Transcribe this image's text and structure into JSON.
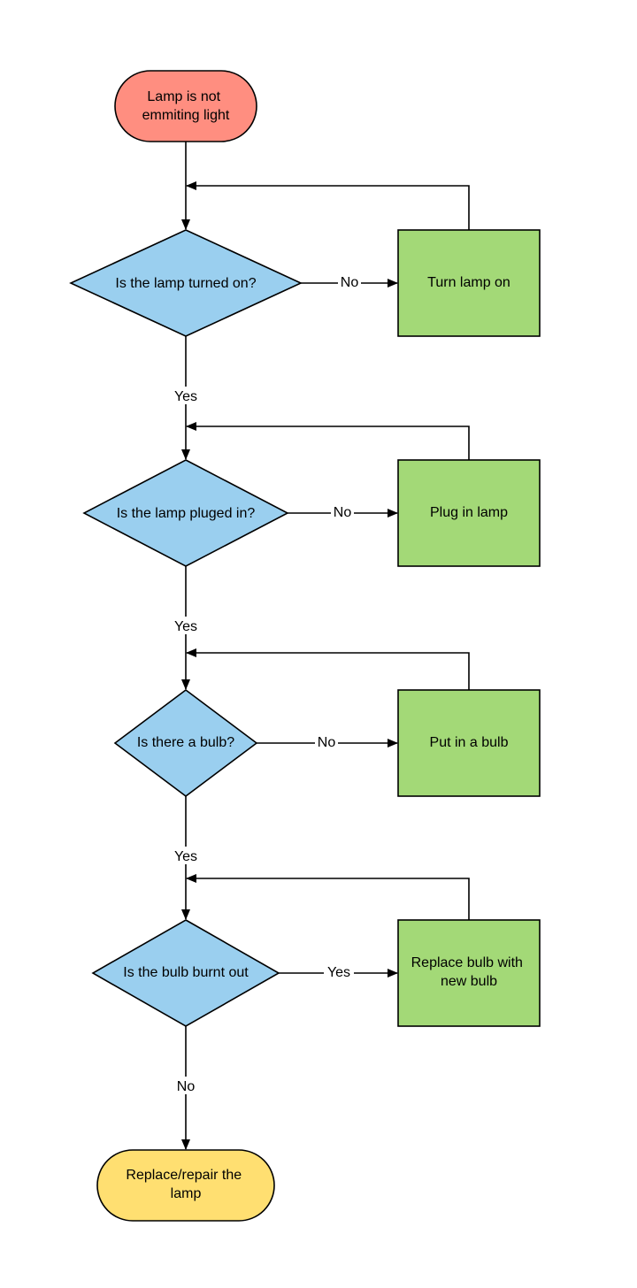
{
  "colors": {
    "start": "#ff8e80",
    "decision": "#9acfef",
    "action": "#a3d977",
    "end": "#ffdf71",
    "stroke": "#000000"
  },
  "nodes": {
    "start": {
      "lines": [
        "Lamp is not",
        "emmiting light"
      ]
    },
    "q1": {
      "lines": [
        "Is the lamp turned on?"
      ]
    },
    "a1": {
      "lines": [
        "Turn lamp on"
      ]
    },
    "q2": {
      "lines": [
        "Is the lamp pluged in?"
      ]
    },
    "a2": {
      "lines": [
        "Plug in lamp"
      ]
    },
    "q3": {
      "lines": [
        "Is there a bulb?"
      ]
    },
    "a3": {
      "lines": [
        "Put in a bulb"
      ]
    },
    "q4": {
      "lines": [
        "Is the bulb burnt out"
      ]
    },
    "a4": {
      "lines": [
        "Replace bulb with",
        "new bulb"
      ]
    },
    "end": {
      "lines": [
        "Replace/repair the",
        "lamp"
      ]
    }
  },
  "edges": {
    "q1_no": "No",
    "q1_yes": "Yes",
    "q2_no": "No",
    "q2_yes": "Yes",
    "q3_no": "No",
    "q3_yes": "Yes",
    "q4_yes": "Yes",
    "q4_no": "No"
  }
}
